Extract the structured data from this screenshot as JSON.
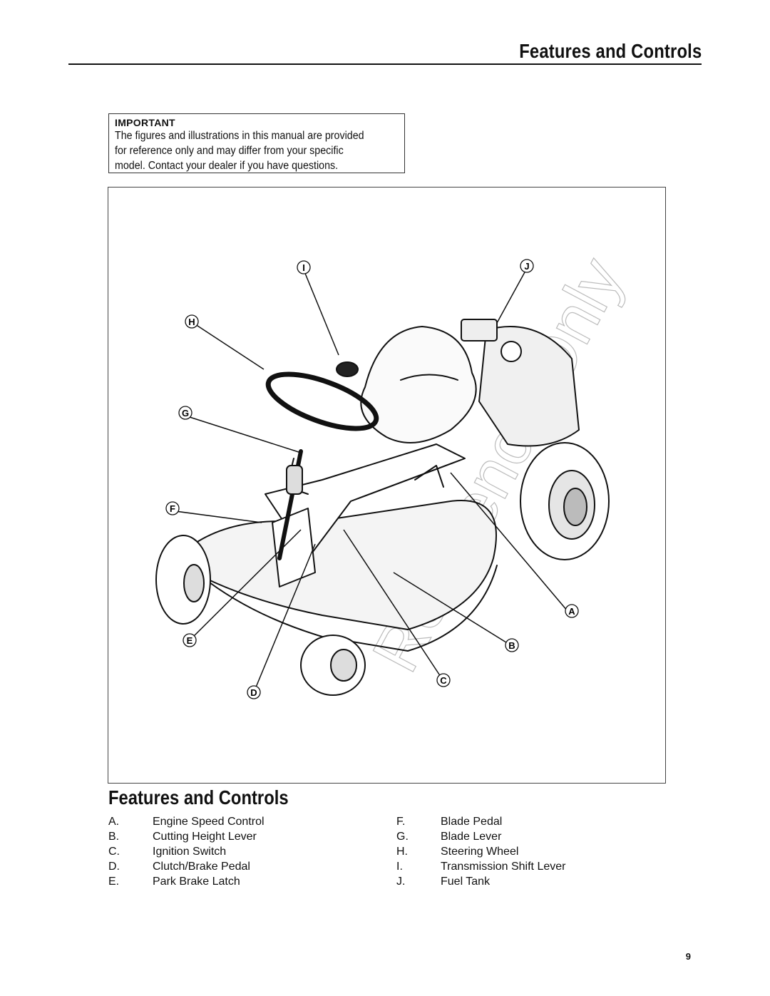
{
  "header": {
    "title": "Features and Controls"
  },
  "important": {
    "label": "IMPORTANT",
    "lines": [
      "The figures and illustrations in this manual are provided",
      "for reference only and may differ from your specific",
      "model. Contact your dealer if you have questions."
    ]
  },
  "figure": {
    "callouts": [
      "A",
      "B",
      "C",
      "D",
      "E",
      "F",
      "G",
      "H",
      "I",
      "J"
    ],
    "watermark": "Reference Only"
  },
  "section_title": "Features and Controls",
  "legend": {
    "left": [
      {
        "letter": "A.",
        "text": "Engine Speed Control"
      },
      {
        "letter": "B.",
        "text": "Cutting Height Lever"
      },
      {
        "letter": "C.",
        "text": "Ignition Switch"
      },
      {
        "letter": "D.",
        "text": "Clutch/Brake Pedal"
      },
      {
        "letter": "E.",
        "text": "Park Brake Latch"
      }
    ],
    "right": [
      {
        "letter": "F.",
        "text": "Blade Pedal"
      },
      {
        "letter": "G.",
        "text": "Blade Lever"
      },
      {
        "letter": "H.",
        "text": "Steering Wheel"
      },
      {
        "letter": "I.",
        "text": "Transmission Shift Lever"
      },
      {
        "letter": "J.",
        "text": "Fuel Tank"
      }
    ]
  },
  "page_number": "9"
}
